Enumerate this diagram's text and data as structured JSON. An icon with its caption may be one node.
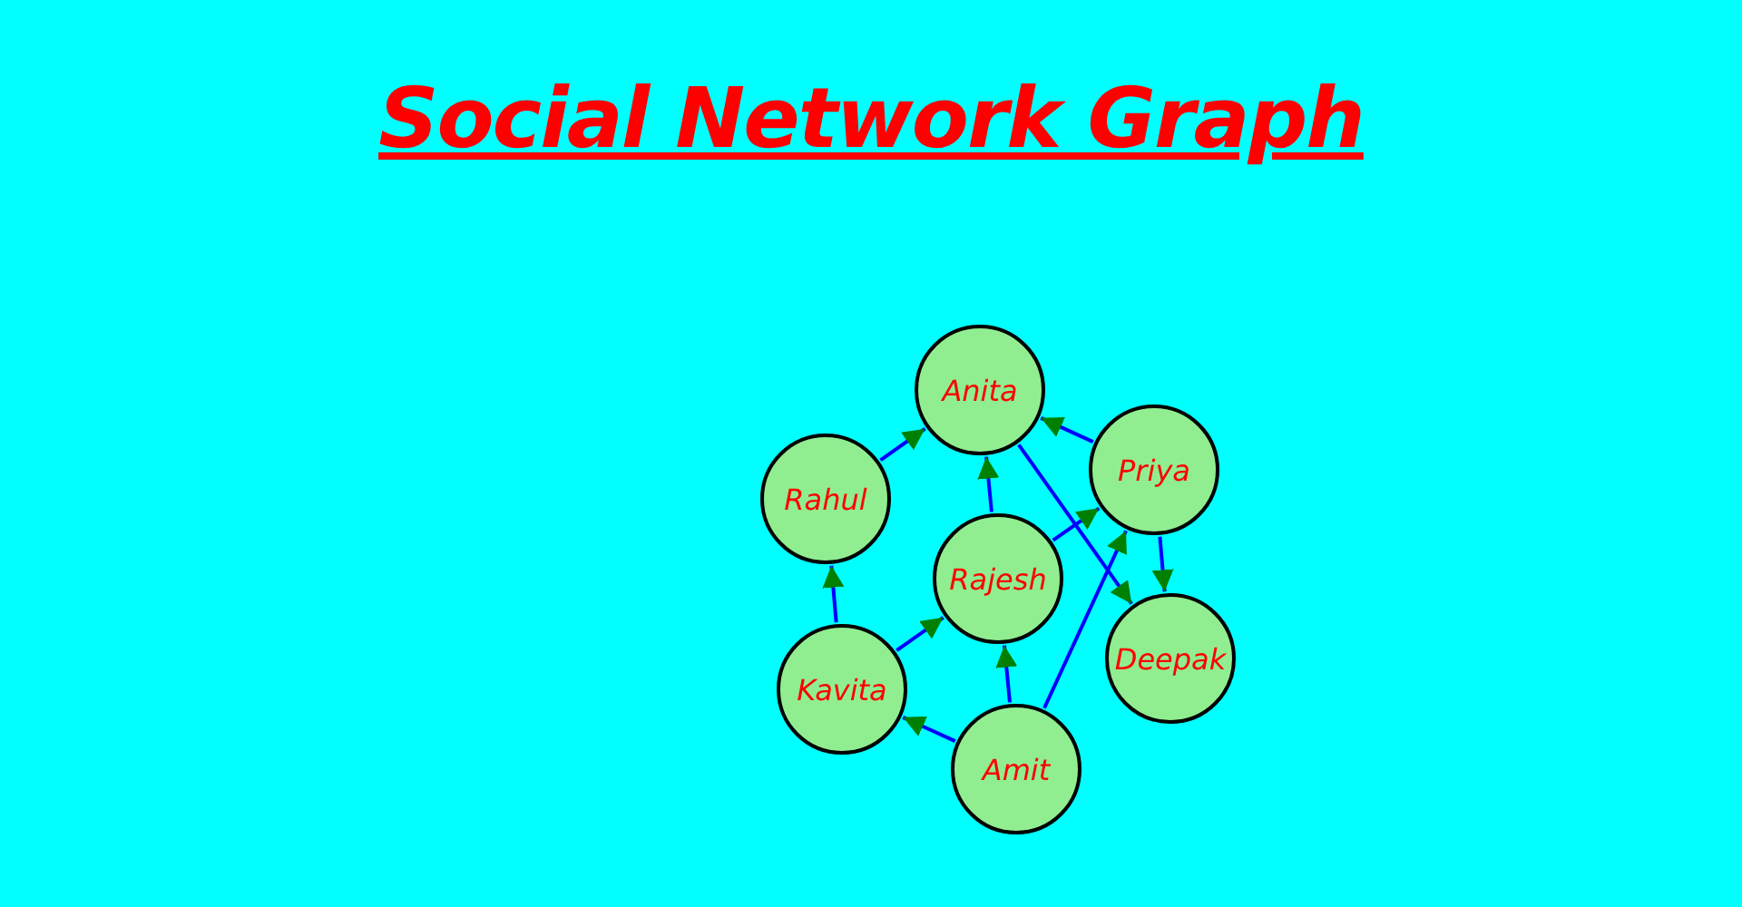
{
  "diagram": {
    "title": "Social Network Graph",
    "nodes": [
      {
        "text": [
          "Anita"
        ]
      },
      {
        "text": [
          "Rahul"
        ]
      },
      {
        "text": [
          "Priya"
        ]
      },
      {
        "text": [
          "Rajesh"
        ]
      },
      {
        "text": [
          "Deepak"
        ]
      },
      {
        "text": [
          "Kavita"
        ]
      },
      {
        "text": [
          "Amit"
        ]
      }
    ],
    "edges": [
      {
        "from": 1,
        "to": 0,
        "arrow": "to"
      },
      {
        "from": 2,
        "to": 0,
        "arrow": "to"
      },
      {
        "from": 3,
        "to": 0,
        "arrow": "to"
      },
      {
        "from": 0,
        "to": 4,
        "arrow": "to"
      },
      {
        "from": 3,
        "to": 2,
        "arrow": "to"
      },
      {
        "from": 2,
        "to": 4,
        "arrow": "to"
      },
      {
        "from": 5,
        "to": 1,
        "arrow": "to"
      },
      {
        "from": 5,
        "to": 3,
        "arrow": "to"
      },
      {
        "from": 6,
        "to": 5,
        "arrow": "to"
      },
      {
        "from": 6,
        "to": 3,
        "arrow": "to"
      },
      {
        "from": 6,
        "to": 2,
        "arrow": "to"
      }
    ]
  }
}
